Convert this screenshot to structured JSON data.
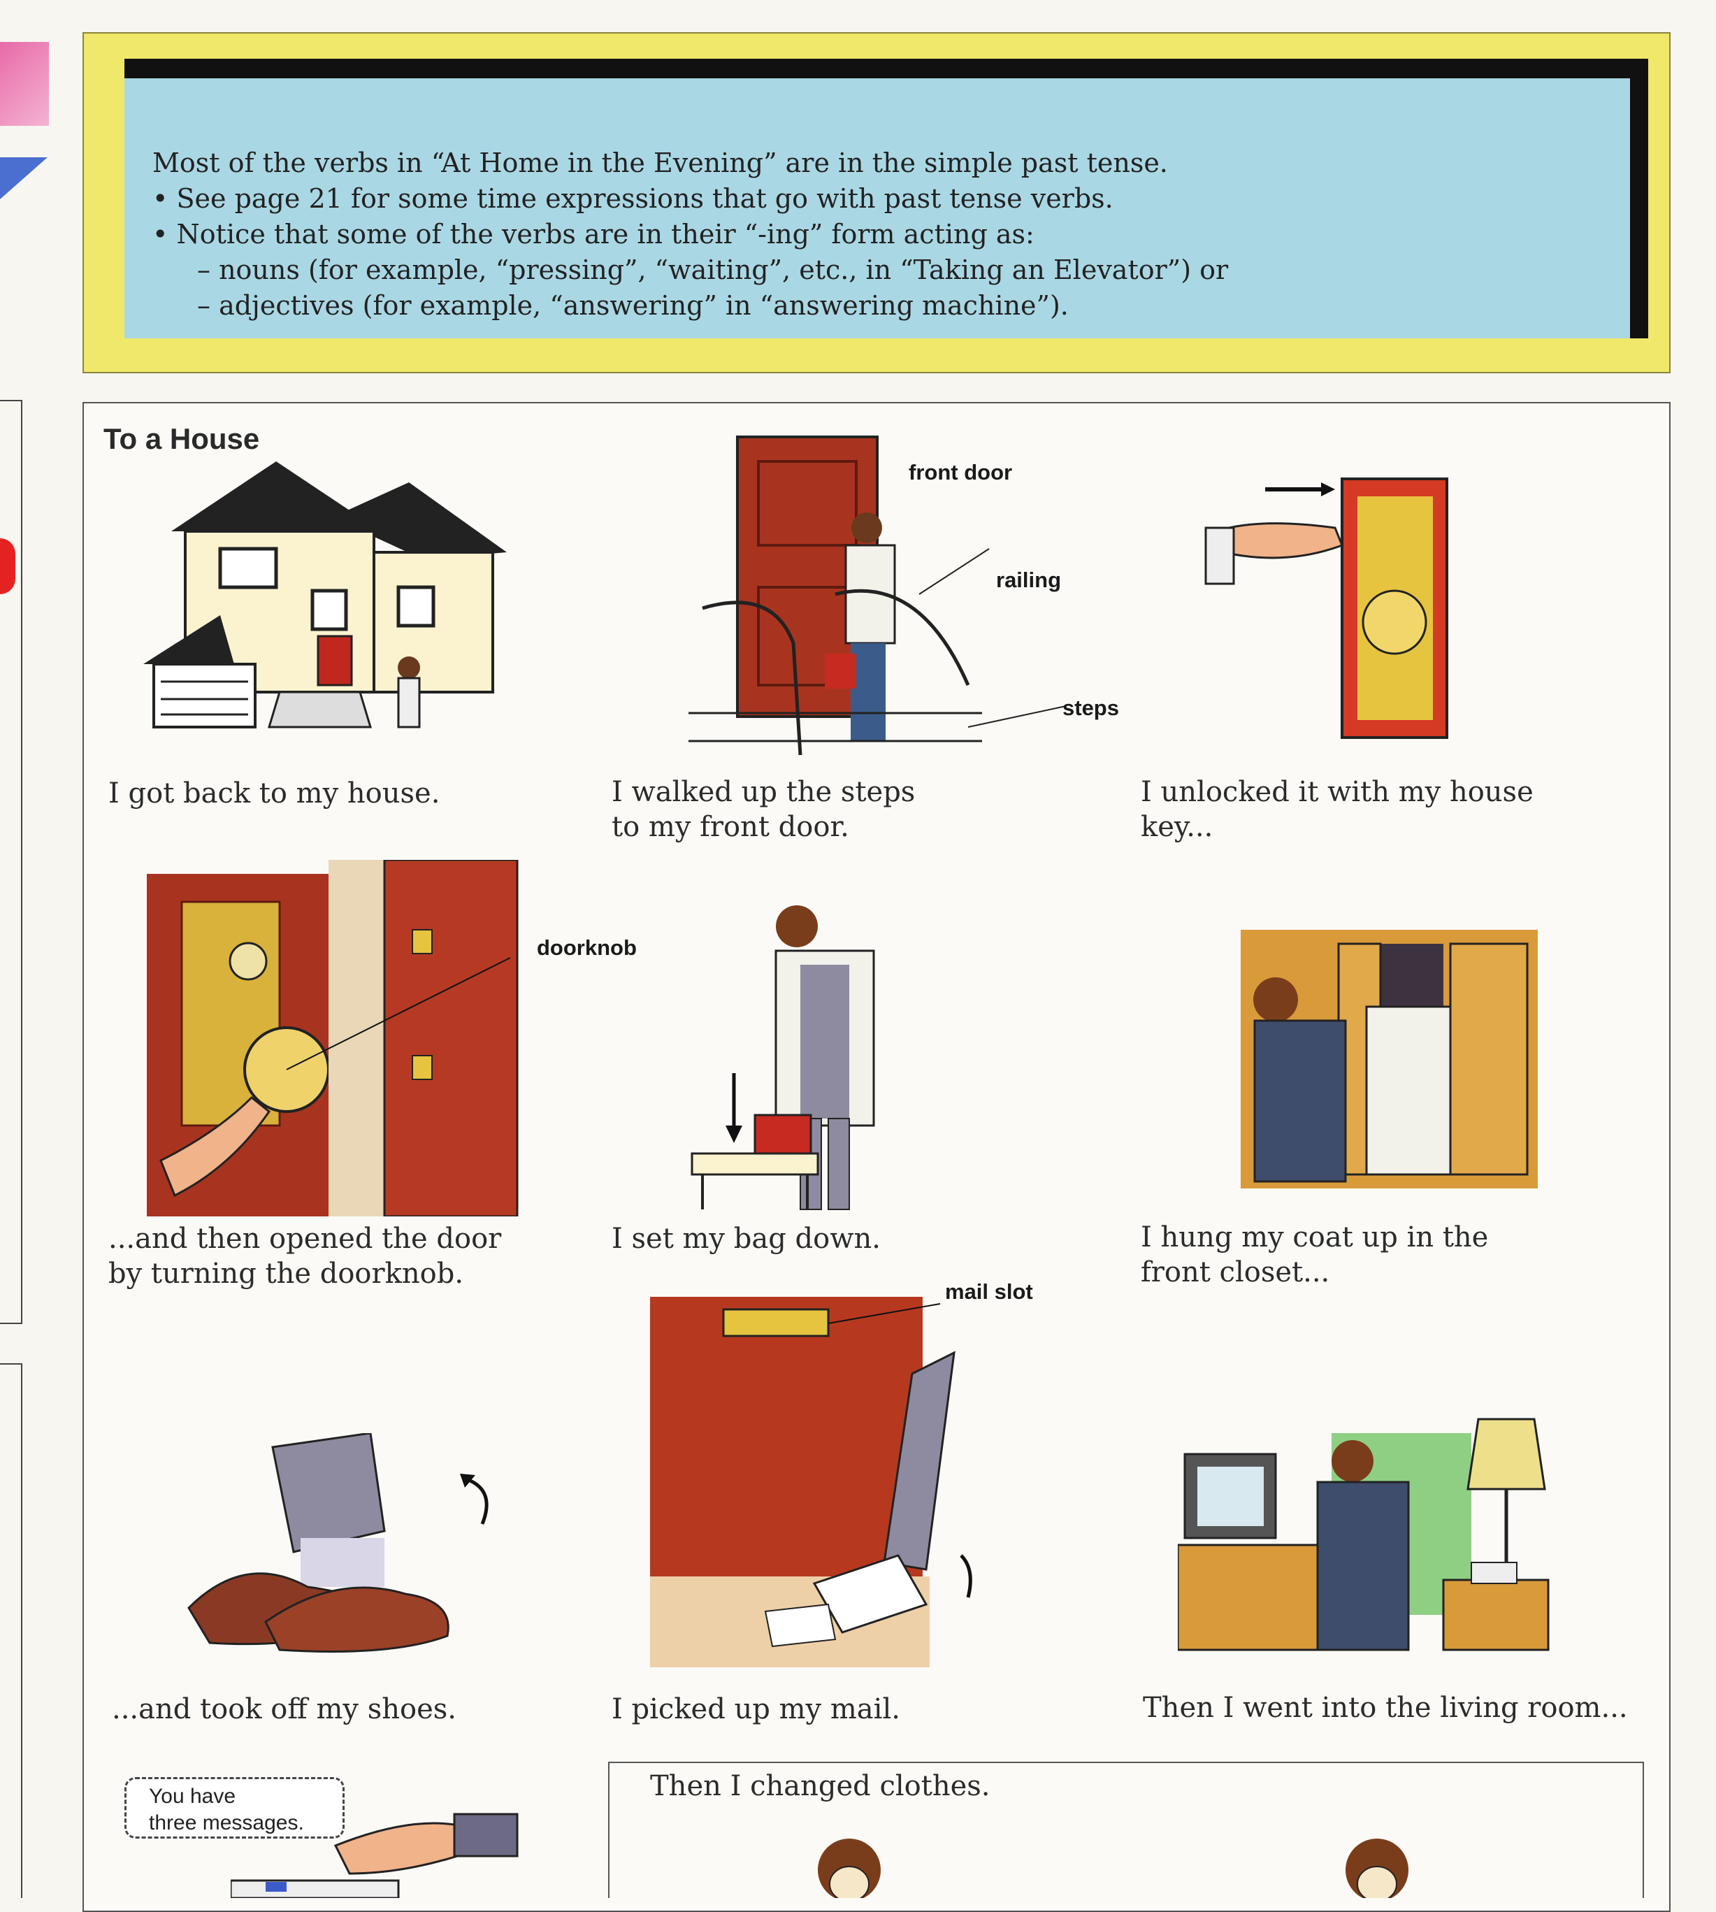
{
  "note": {
    "lines": [
      "Most of the verbs in “At Home in the Evening” are in the simple past tense.",
      "• See page 21 for some time expressions that go with past tense verbs.",
      "• Notice that some of the verbs are in their “-ing” form acting as:",
      "– nouns (for example, “pressing”, “waiting”, etc., in “Taking an Elevator”) or",
      "– adjectives (for example, “answering” in “answering machine”)."
    ]
  },
  "section": {
    "title": "To a House"
  },
  "scenes": [
    {
      "caption": "I got back to my house."
    },
    {
      "caption": "I walked up the steps\nto my front door."
    },
    {
      "caption": "I unlocked it with my house\nkey..."
    },
    {
      "caption": "...and then opened the door\nby turning the doorknob."
    },
    {
      "caption": "I set my bag down."
    },
    {
      "caption": "I hung my coat up in the\nfront closet..."
    },
    {
      "caption": "...and took off my shoes."
    },
    {
      "caption": "I picked up my mail."
    },
    {
      "caption": "Then I went into the living room..."
    }
  ],
  "labels": {
    "front_door": "front door",
    "railing": "railing",
    "steps": "steps",
    "doorknob": "doorknob",
    "mail_slot": "mail slot"
  },
  "bubble": {
    "line1": "You have",
    "line2": "three messages."
  },
  "changed": {
    "text": "Then I changed clothes."
  },
  "colors": {
    "note_yellow": "#efe86a",
    "note_blue": "#aad7e4",
    "door_red": "#a8341f"
  }
}
